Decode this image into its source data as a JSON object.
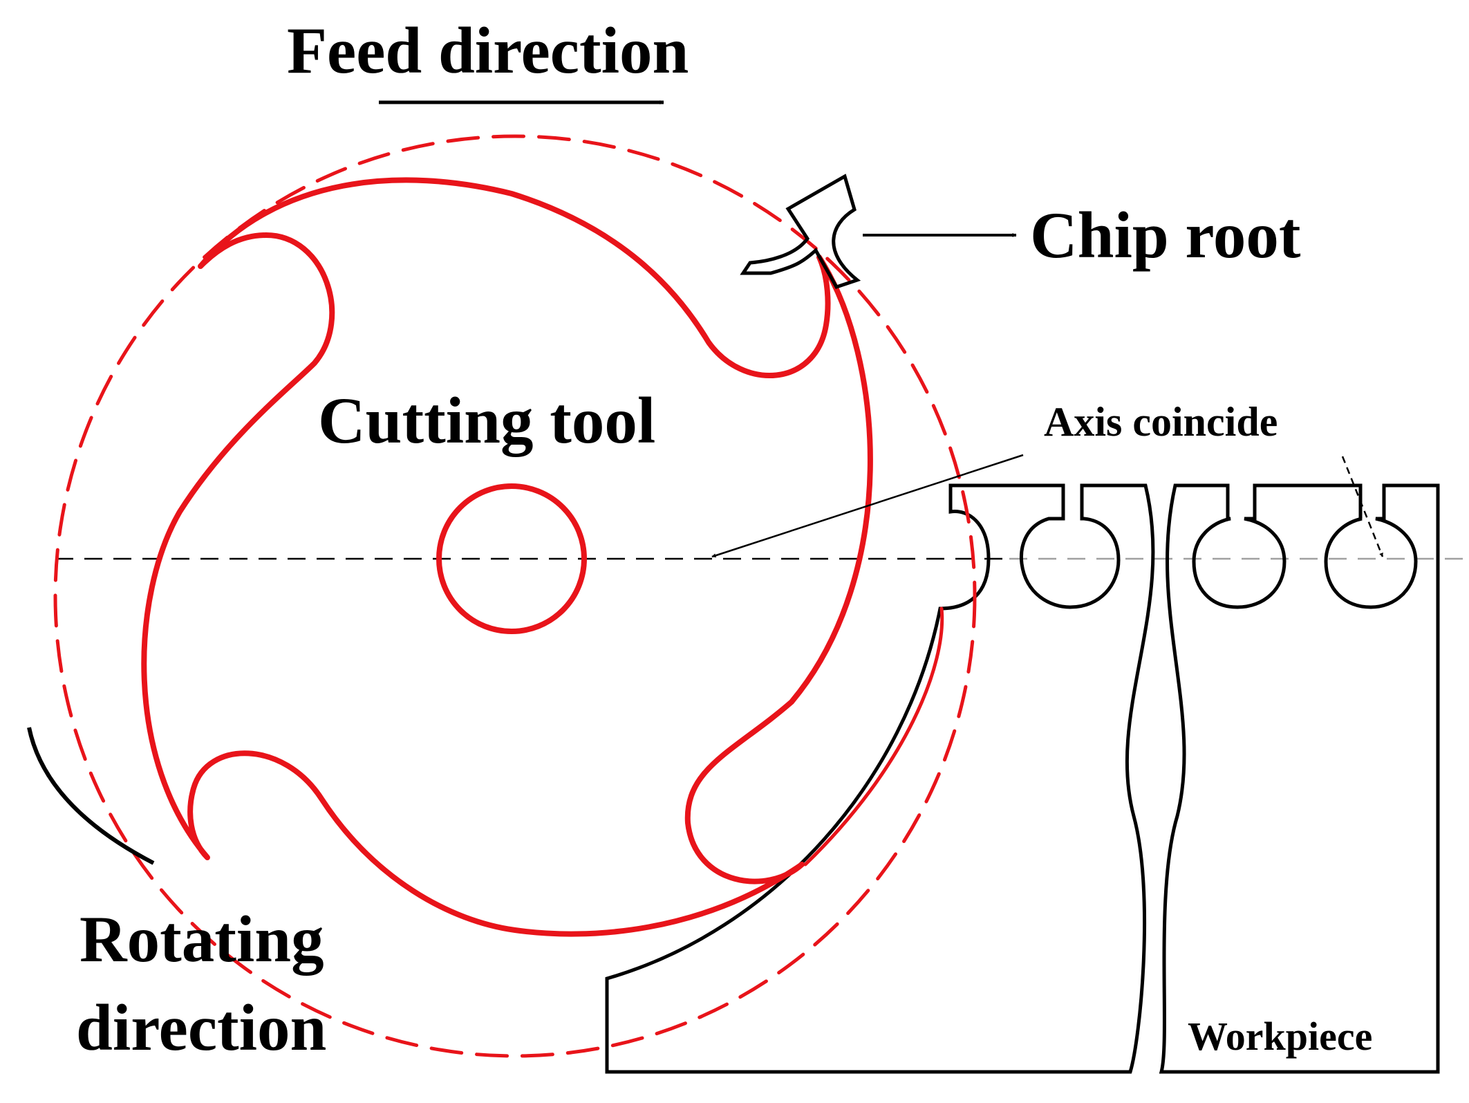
{
  "diagram": {
    "labels": {
      "feed_direction": "Feed direction",
      "chip_root": "Chip root",
      "cutting_tool": "Cutting tool",
      "axis_coincide": "Axis coincide",
      "rotating_direction_line1": "Rotating",
      "rotating_direction_line2": "direction",
      "workpiece": "Workpiece"
    },
    "colors": {
      "tool": "#e8141a",
      "outline": "#000000",
      "axis_line": "#000000",
      "axis_line_right": "#a0a0a0",
      "background": "#ffffff"
    }
  }
}
